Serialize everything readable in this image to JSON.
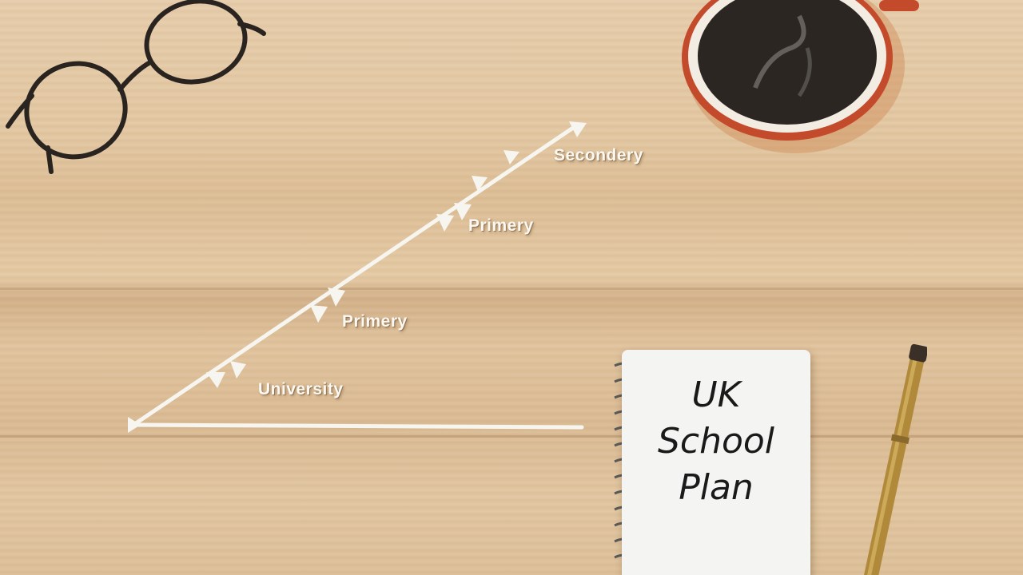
{
  "scene": {
    "desk_color": "#e0c39c",
    "arrow_color": "#f7f5f0",
    "stages": [
      {
        "id": "stage-1",
        "label": "University"
      },
      {
        "id": "stage-2",
        "label": "Primery"
      },
      {
        "id": "stage-3",
        "label": "Primery"
      },
      {
        "id": "stage-4",
        "label": "Secondery"
      }
    ],
    "notebook": {
      "lines": [
        "UK",
        "School",
        "Plan"
      ],
      "ink_color": "#1a1a1a"
    },
    "objects": [
      "glasses-icon",
      "coffee-mug-icon",
      "pen-icon",
      "notebook"
    ]
  }
}
